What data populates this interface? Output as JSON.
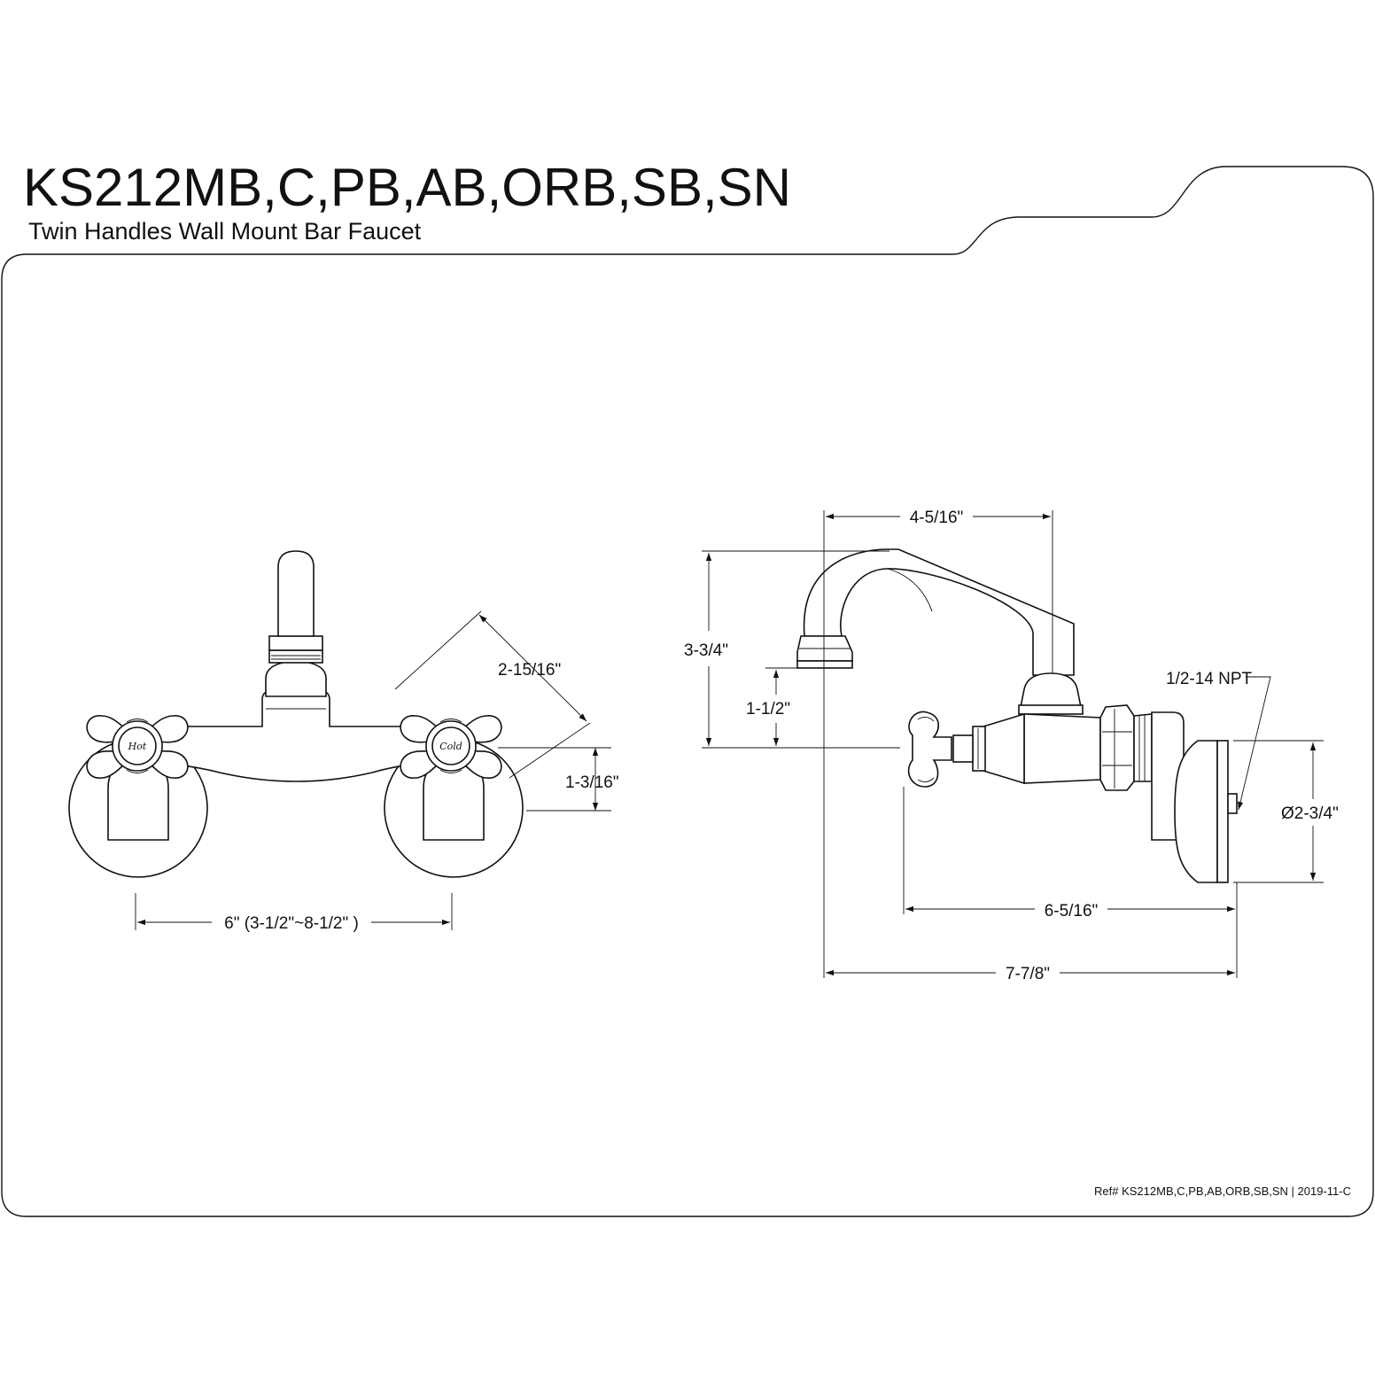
{
  "header": {
    "title": "KS212MB,C,PB,AB,ORB,SB,SN",
    "subtitle": "Twin Handles Wall Mount Bar Faucet"
  },
  "front_view": {
    "hot_label": "Hot",
    "cold_label": "Cold",
    "dim_diagonal": "2-15/16\"",
    "dim_height": "1-3/16\"",
    "dim_spacing": "6\" (3-1/2\"~8-1/2\" )"
  },
  "side_view": {
    "dim_reach": "4-5/16\"",
    "dim_total_height": "3-3/4\"",
    "dim_spout_height": "1-1/2\"",
    "dim_thread": "1/2-14 NPT",
    "dim_flange": "Ø2-3/4\"",
    "dim_handle_depth": "6-5/16\"",
    "dim_total_depth": "7-7/8\""
  },
  "footer": {
    "ref": "Ref# KS212MB,C,PB,AB,ORB,SB,SN | 2019-11-C"
  }
}
